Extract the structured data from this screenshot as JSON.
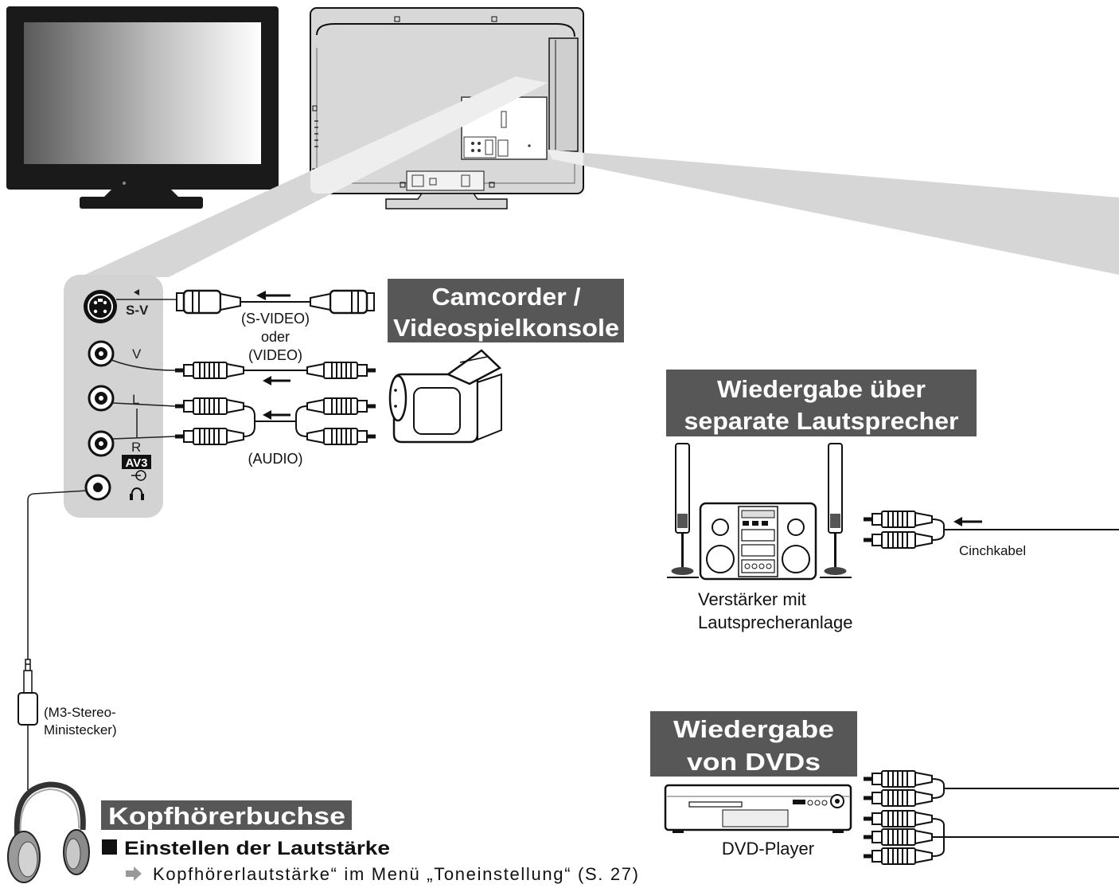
{
  "panel": {
    "sv_label": "S-V",
    "v_label": "V",
    "l_label": "L",
    "r_label": "R",
    "av_label": "AV3"
  },
  "cables": {
    "svideo_label": "(S-VIDEO)",
    "or_label": "oder",
    "video_label": "(VIDEO)",
    "audio_label": "(AUDIO)",
    "cinch_label": "Cinchkabel",
    "miniplug_line1": "(M3-Stereo-",
    "miniplug_line2": "Ministecker)"
  },
  "camcorder": {
    "title_line1": "Camcorder /",
    "title_line2": "Videospielkonsole"
  },
  "speakers": {
    "title_line1": "Wiedergabe über",
    "title_line2": "separate Lautsprecher",
    "caption_line1": "Verstärker mit",
    "caption_line2": "Lautsprecheranlage"
  },
  "dvd": {
    "title_line1": "Wiedergabe",
    "title_line2": "von DVDs",
    "caption": "DVD-Player"
  },
  "headphones": {
    "title": "Kopfhörerbuchse",
    "heading": "Einstellen der Lautstärke",
    "instruction": "Kopfhörerlautstärke“ im Menü „Toneinstellung“ (S. 27)"
  },
  "colors": {
    "label_box": "#575757",
    "beam": "#d6d6d6",
    "panel": "#d3d3d3",
    "tv_front": "#1a1a1a"
  },
  "icons": [
    "tv-front-icon",
    "tv-back-icon",
    "s-video-jack-icon",
    "rca-jack-icon",
    "headphone-jack-icon",
    "s-video-plug-icon",
    "rca-plug-icon",
    "arrow-left-icon",
    "camcorder-icon",
    "speaker-icon",
    "amplifier-icon",
    "dvd-player-icon",
    "mini-plug-icon",
    "headphones-icon",
    "arrow-right-icon",
    "square-bullet-icon"
  ]
}
